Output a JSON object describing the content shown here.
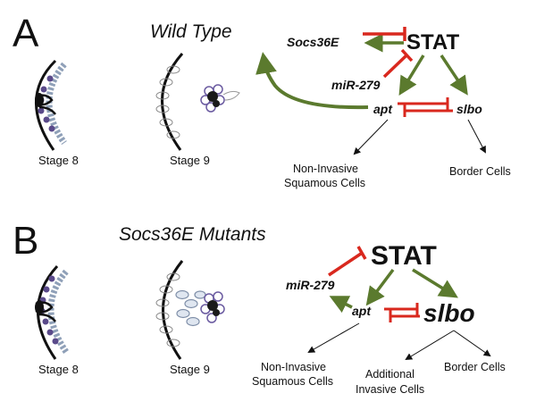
{
  "panelA": {
    "letter": "A",
    "title": "Wild Type",
    "stage8": "Stage 8",
    "stage9": "Stage 9",
    "genes": {
      "socs": "Socs36E",
      "stat": "STAT",
      "mir": "miR-279",
      "apt": "apt",
      "slbo": "slbo"
    },
    "outcomes": {
      "noninvasive_line1": "Non-Invasive",
      "noninvasive_line2": "Squamous Cells",
      "border": "Border Cells"
    }
  },
  "panelB": {
    "letter": "B",
    "title": "Socs36E Mutants",
    "stage8": "Stage 8",
    "stage9": "Stage 9",
    "genes": {
      "stat": "STAT",
      "mir": "miR-279",
      "apt": "apt",
      "slbo": "slbo"
    },
    "outcomes": {
      "noninvasive_line1": "Non-Invasive",
      "noninvasive_line2": "Squamous Cells",
      "additional_line1": "Additional",
      "additional_line2": "Invasive Cells",
      "border": "Border Cells"
    }
  },
  "colors": {
    "activation": "#5b7a2e",
    "repression": "#d9281e",
    "cell_outline": "#7f8fa8",
    "cell_fill": "#dfe6f0",
    "cluster": "#1a1a1a"
  }
}
